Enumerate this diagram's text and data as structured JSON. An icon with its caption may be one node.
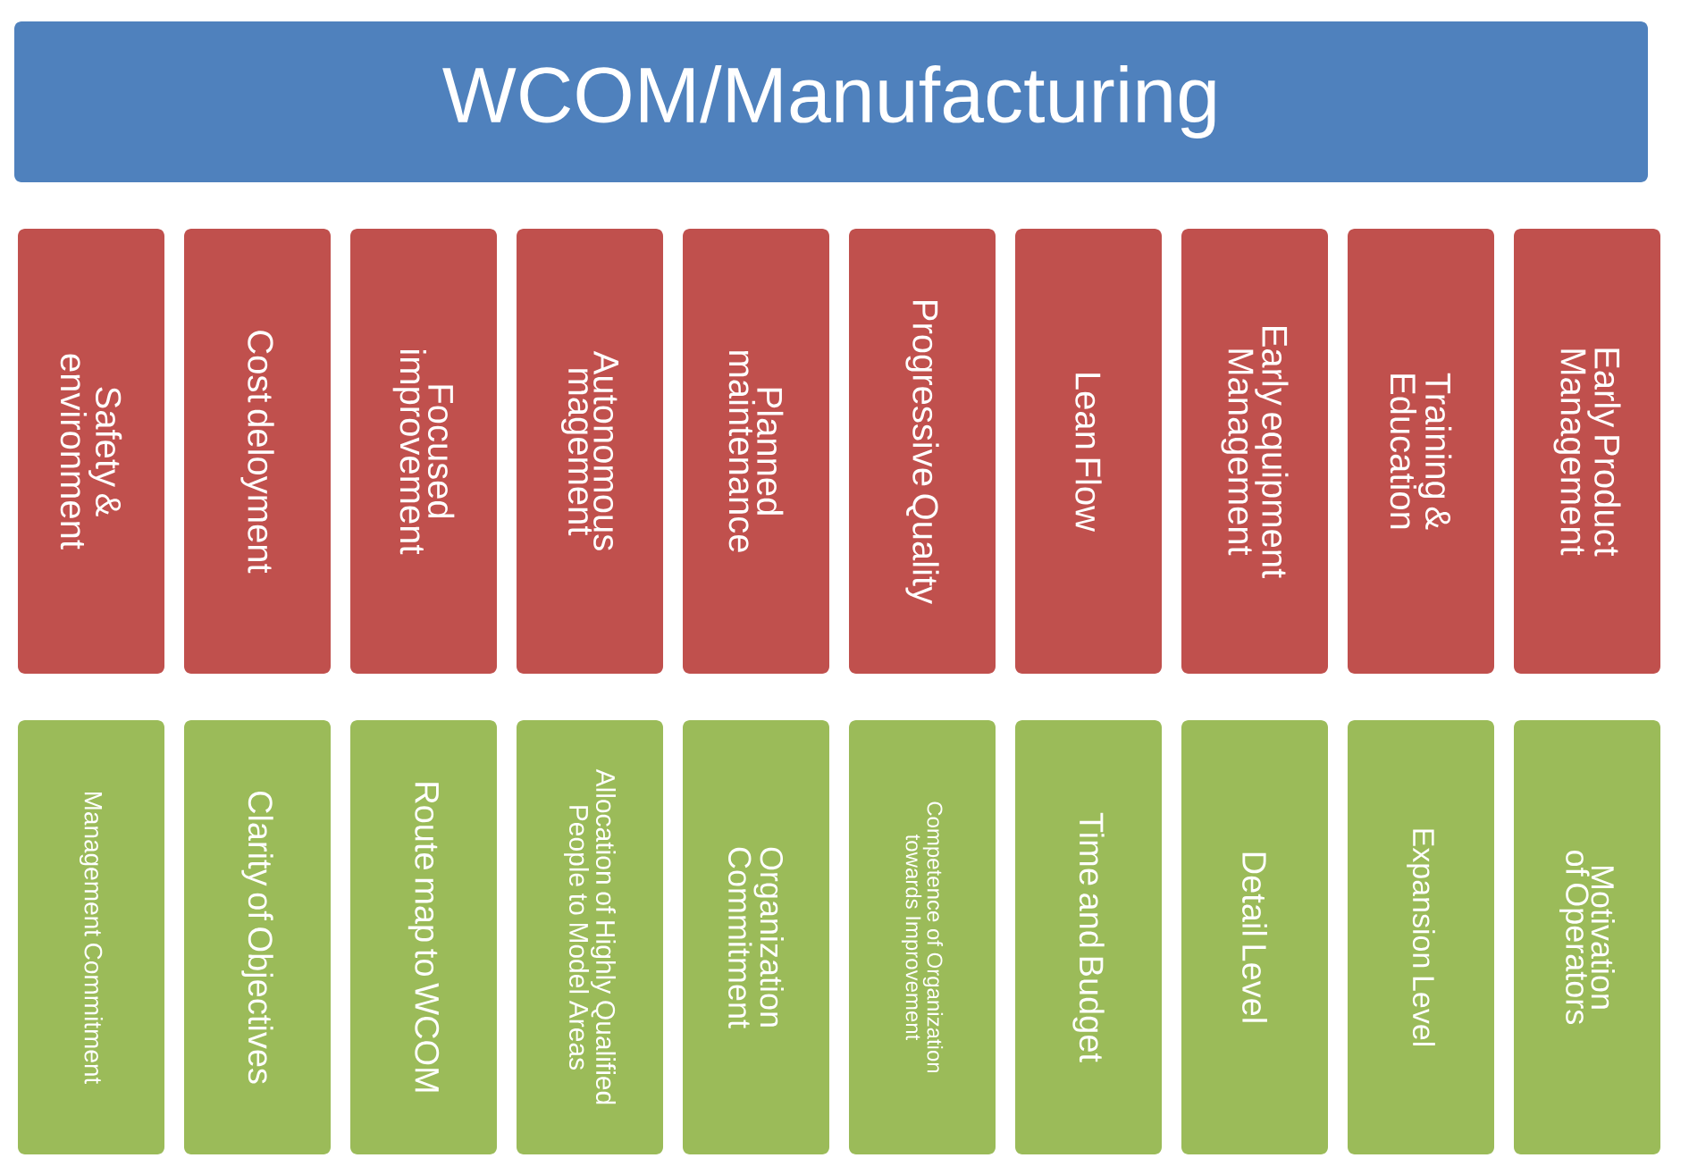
{
  "diagram": {
    "nodes": [
      {
        "text": [
          "WCOM/Manufacturing"
        ]
      },
      {
        "text": [
          "Safety & environment"
        ]
      },
      {
        "text": [
          "Cost deloyment"
        ]
      },
      {
        "text": [
          "Focused improvement"
        ]
      },
      {
        "text": [
          "Autonomous magement"
        ]
      },
      {
        "text": [
          "Planned maintenance"
        ]
      },
      {
        "text": [
          "Progressive Quality"
        ]
      },
      {
        "text": [
          "Lean Flow"
        ]
      },
      {
        "text": [
          "Early equipment Management"
        ]
      },
      {
        "text": [
          "Training & Education"
        ]
      },
      {
        "text": [
          "Early Product Management"
        ]
      },
      {
        "text": [
          "Management Commitment"
        ]
      },
      {
        "text": [
          "Clarity of Objectives"
        ]
      },
      {
        "text": [
          "Route map to WCOM"
        ]
      },
      {
        "text": [
          "Allocation of Highly Qualified People to Model Areas"
        ]
      },
      {
        "text": [
          "Organization Commitment"
        ]
      },
      {
        "text": [
          "Competence of Organization towards Improvement"
        ]
      },
      {
        "text": [
          "Time and Budget"
        ]
      },
      {
        "text": [
          "Detail Level"
        ]
      },
      {
        "text": [
          "Expansion Level"
        ]
      },
      {
        "text": [
          "Motivation of Operators"
        ]
      }
    ],
    "edges": []
  }
}
